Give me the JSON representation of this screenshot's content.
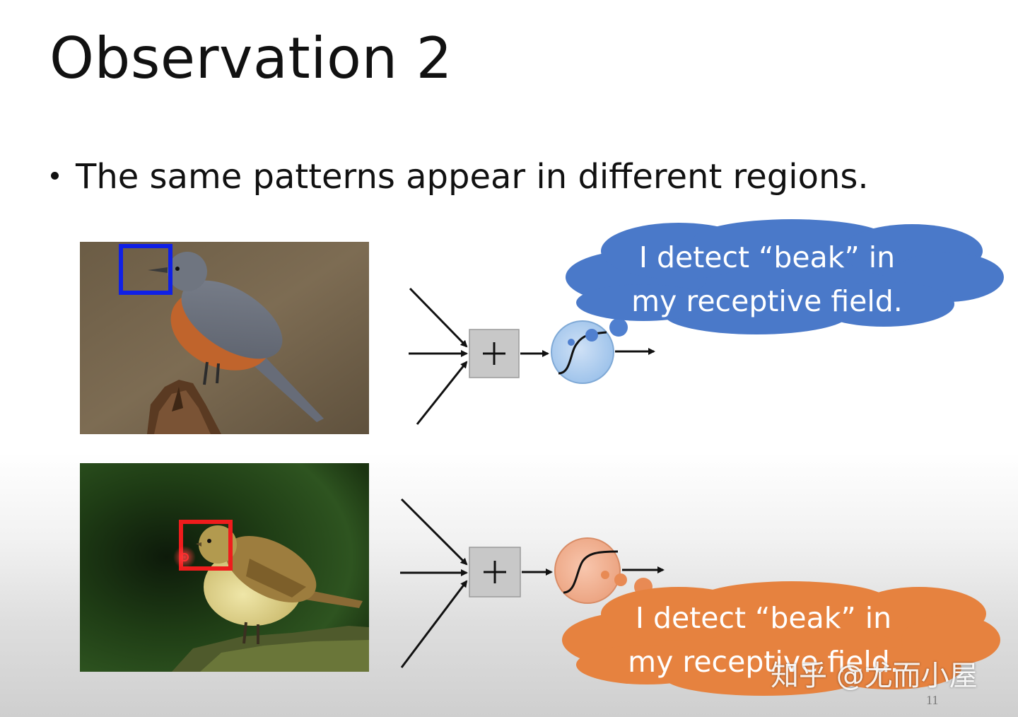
{
  "slide": {
    "title": "Observation 2",
    "bullet": "The same patterns appear in different regions.",
    "page_number": "11"
  },
  "neurons": [
    {
      "id": "top",
      "color": "#4f7fcf",
      "detection_box_color": "#1020e6",
      "speech": {
        "line1": "I detect “beak” in",
        "line2": "my receptive field."
      }
    },
    {
      "id": "bottom",
      "color": "#e8864a",
      "detection_box_color": "#ee1c1c",
      "speech": {
        "line1": "I detect “beak” in",
        "line2": "my receptive field."
      }
    }
  ],
  "icons": {
    "sum": "plus-icon",
    "activation": "sigmoid-curve-icon"
  },
  "watermark": "知乎 @尤而小屋"
}
